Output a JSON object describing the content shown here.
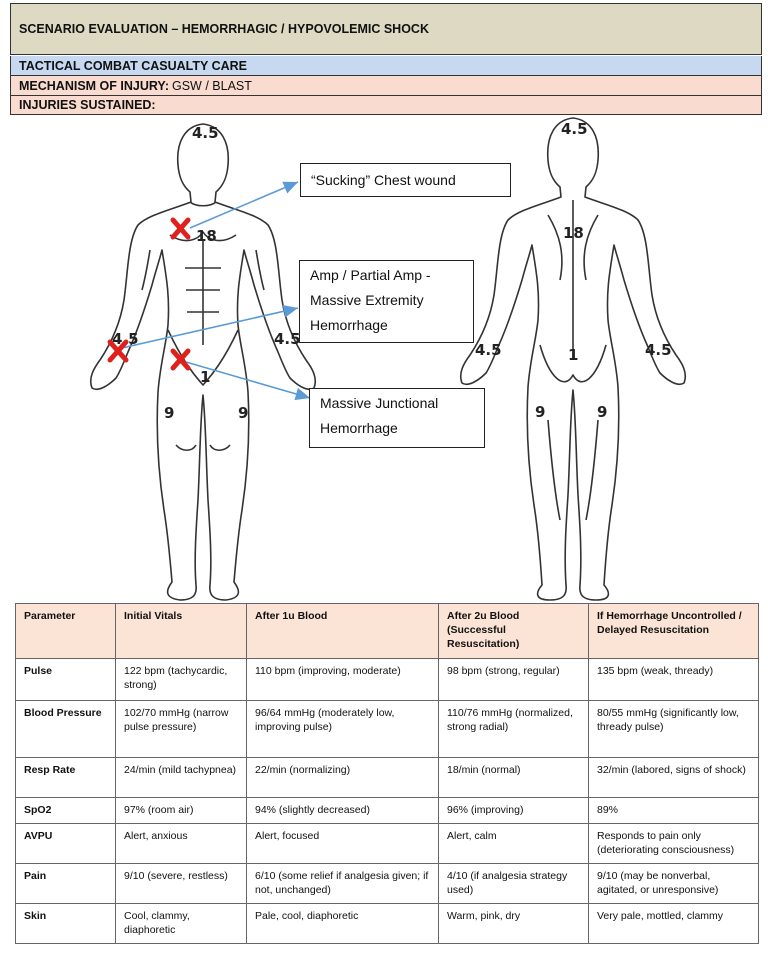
{
  "header": {
    "title": "SCENARIO EVALUATION – HEMORRHAGIC / HYPOVOLEMIC SHOCK",
    "section": "TACTICAL COMBAT CASUALTY CARE",
    "mechanism_label": "MECHANISM OF INJURY:",
    "mechanism_value": "GSW / BLAST",
    "injuries_label": "INJURIES SUSTAINED:"
  },
  "diagram": {
    "front_percentages": [
      "4.5",
      "18",
      "4.5",
      "4.5",
      "1",
      "9",
      "9"
    ],
    "back_percentages": [
      "4.5",
      "18",
      "4.5",
      "4.5",
      "1",
      "9",
      "9"
    ],
    "callouts": [
      {
        "lines": [
          "“Sucking” Chest wound"
        ]
      },
      {
        "lines": [
          "Amp / Partial Amp -",
          "Massive Extremity",
          "Hemorrhage"
        ]
      },
      {
        "lines": [
          "Massive Junctional",
          "Hemorrhage"
        ]
      }
    ],
    "colors": {
      "wound_marker": "#e0201d",
      "arrow": "#5b9bd5"
    }
  },
  "vitals_table": {
    "headers": [
      "Parameter",
      "Initial Vitals",
      "After 1u Blood",
      "After 2u Blood (Successful Resuscitation)",
      "If Hemorrhage Uncontrolled / Delayed Resuscitation"
    ],
    "rows": [
      [
        "Pulse",
        "122 bpm (tachycardic, strong)",
        "110 bpm (improving, moderate)",
        "98 bpm (strong, regular)",
        "135 bpm (weak, thready)"
      ],
      [
        "Blood Pressure",
        "102/70 mmHg (narrow pulse pressure)",
        "96/64 mmHg (moderately low, improving pulse)",
        "110/76 mmHg (normalized, strong radial)",
        "80/55 mmHg (significantly low, thready pulse)"
      ],
      [
        "Resp Rate",
        "24/min (mild tachypnea)",
        "22/min (normalizing)",
        "18/min (normal)",
        "32/min (labored, signs of shock)"
      ],
      [
        "SpO2",
        "97% (room air)",
        "94% (slightly decreased)",
        "96% (improving)",
        "89%"
      ],
      [
        "AVPU",
        "Alert, anxious",
        "Alert, focused",
        "Alert, calm",
        "Responds to pain only (deteriorating consciousness)"
      ],
      [
        "Pain",
        "9/10 (severe, restless)",
        "6/10 (some relief if analgesia given; if not, unchanged)",
        "4/10 (if analgesia strategy used)",
        "9/10 (may be nonverbal, agitated, or unresponsive)"
      ],
      [
        "Skin",
        "Cool, clammy, diaphoretic",
        "Pale, cool, diaphoretic",
        "Warm, pink, dry",
        "Very pale, mottled, clammy"
      ]
    ]
  }
}
